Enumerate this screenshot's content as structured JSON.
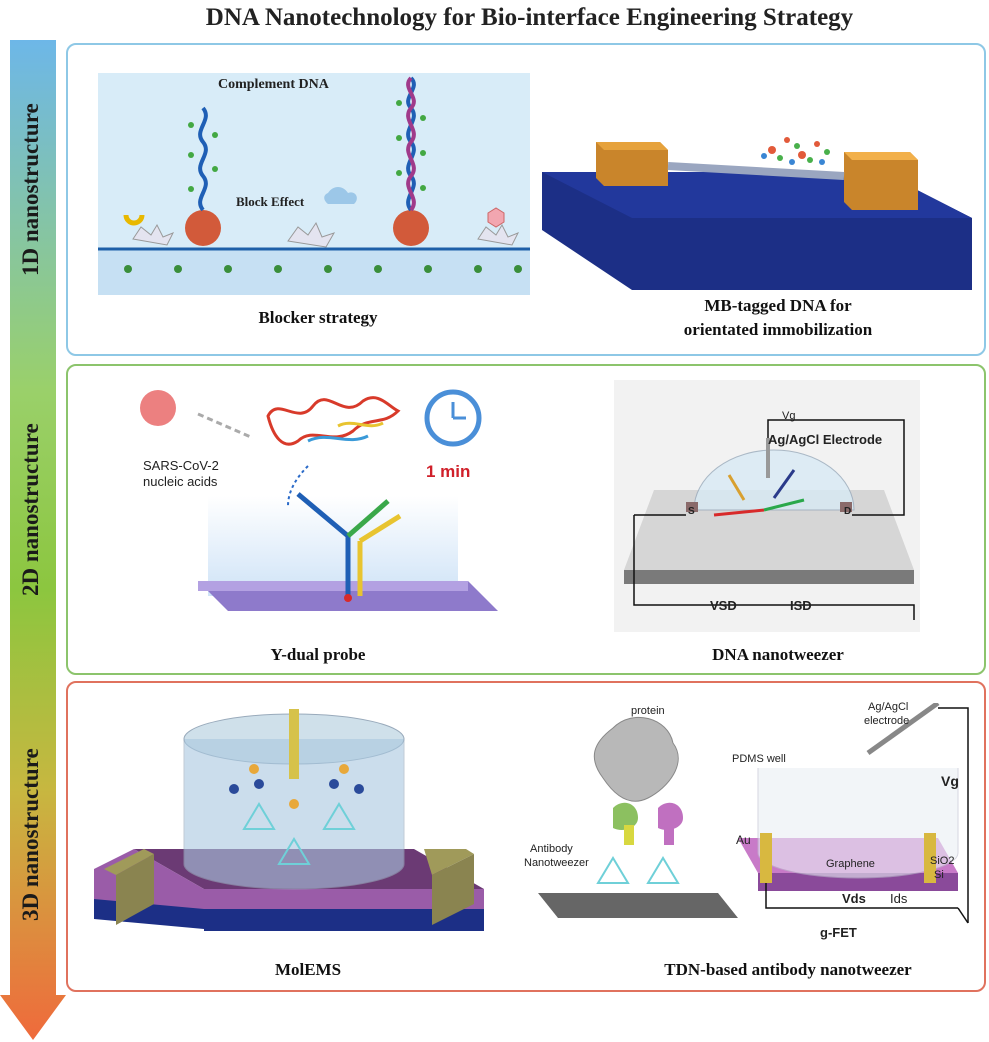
{
  "title": "DNA Nanotechnology for Bio-interface Engineering Strategy",
  "axis_labels": [
    "1D nanostructure",
    "2D nanostructure",
    "3D nanostructure"
  ],
  "panels": {
    "one_d": {
      "left": {
        "caption": "Blocker strategy",
        "label_complement": "Complement DNA",
        "label_block": "Block Effect"
      },
      "right": {
        "caption_line1": "MB-tagged DNA for",
        "caption_line2": "orientated immobilization"
      }
    },
    "two_d": {
      "left": {
        "caption": "Y-dual probe",
        "label_virus": "SARS-CoV-2",
        "label_virus2": "nucleic acids",
        "label_time": "1 min"
      },
      "right": {
        "caption": "DNA nanotweezer",
        "label_electrode": "Ag/AgCl Electrode",
        "label_vg": "Vg",
        "label_vsd": "VSD",
        "label_isd": "ISD",
        "label_s": "S",
        "label_d": "D"
      }
    },
    "three_d": {
      "left": {
        "caption": "MolEMS"
      },
      "right": {
        "caption": "TDN-based antibody nanotweezer",
        "label_protein": "protein",
        "label_electrode1": "Ag/AgCl",
        "label_electrode2": "electrode",
        "label_pdms": "PDMS well",
        "label_vg": "Vg",
        "label_au": "Au",
        "label_sio2": "SiO2",
        "label_si": "Si",
        "label_graphene": "Graphene",
        "label_antibody1": "Antibody",
        "label_antibody2": "Nanotweezer",
        "label_vds": "Vds",
        "label_ids": "Ids",
        "label_gfet": "g-FET"
      }
    }
  },
  "colors": {
    "panel1_border": "#8ec8e6",
    "panel2_border": "#8cc46c",
    "panel3_border": "#e0725e",
    "arrow_top": "#6db7e8",
    "arrow_mid": "#8cc63f",
    "arrow_bottom": "#ef6a3c"
  }
}
